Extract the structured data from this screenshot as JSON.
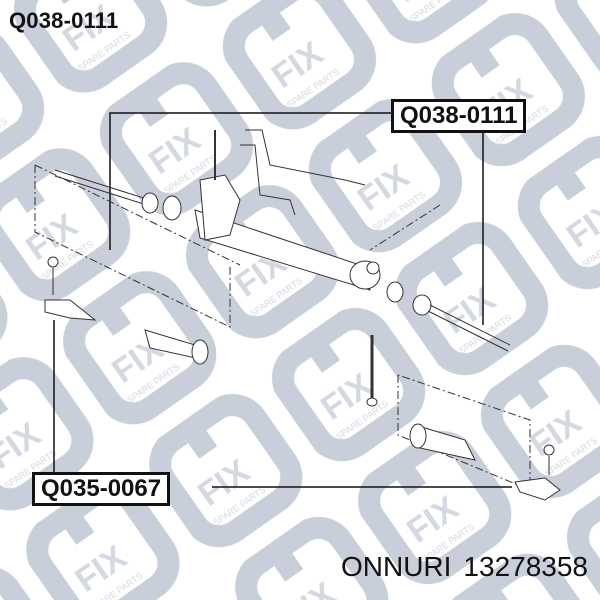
{
  "header": {
    "part_number": "Q038-0111"
  },
  "callouts": [
    {
      "label": "Q038-0111",
      "target": "steering-rack-assembly"
    },
    {
      "label": "Q035-0067",
      "target": "tie-rod-end"
    }
  ],
  "footer": {
    "brand": "ONNURI",
    "oem_number": "13278358"
  },
  "watermark": {
    "brand": "FIX",
    "tagline": "SPARE PARTS",
    "color": "#c8ceda"
  },
  "colors": {
    "line": "#111111",
    "drawing": "#333333",
    "background": "#ffffff"
  }
}
